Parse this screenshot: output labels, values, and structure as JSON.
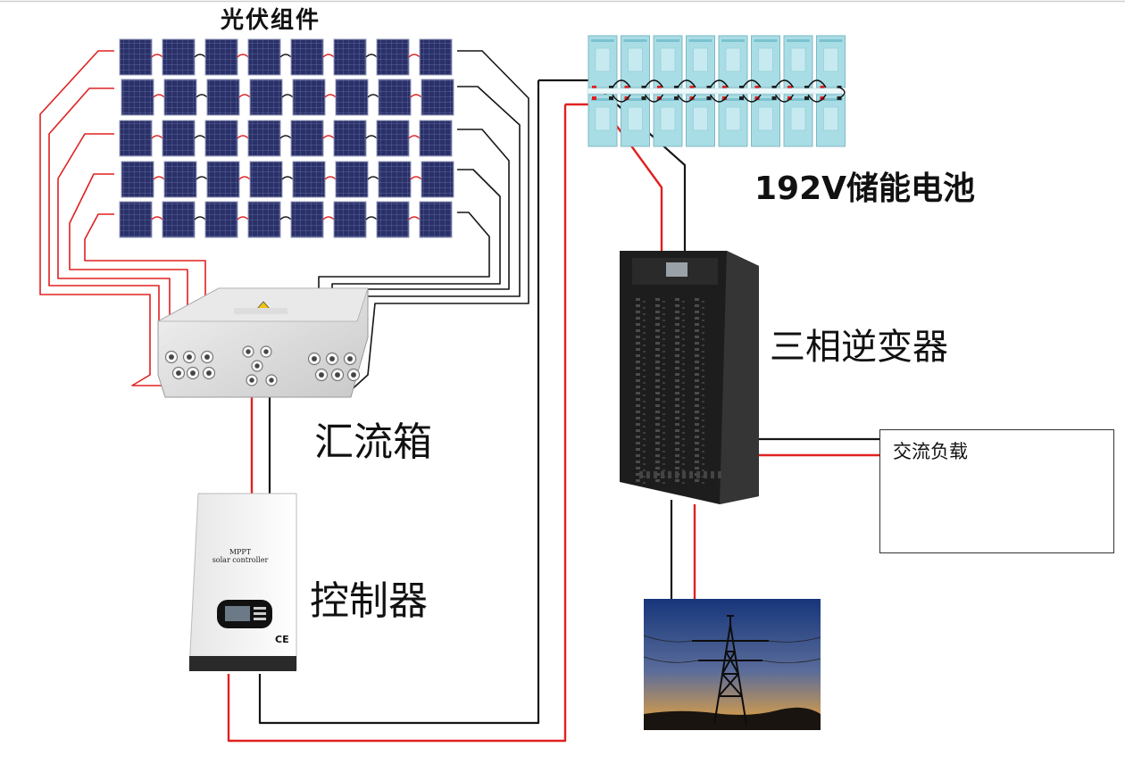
{
  "labels": {
    "pv_modules": "光伏组件",
    "battery": "192V储能电池",
    "inverter": "三相逆变器",
    "combiner_box": "汇流箱",
    "controller": "控制器",
    "ac_load": "交流负载"
  },
  "controller_face": {
    "line1": "MPPT",
    "line2": "solar controller",
    "mark": "CE"
  },
  "colors": {
    "positive_wire": "#e02020",
    "negative_wire": "#151515",
    "panel_cell": "#2d3570",
    "battery_case": "#a9dde6",
    "inverter_body": "#1e1e1e",
    "sky_top": "#1c3f86",
    "sky_bottom": "#e8a030"
  },
  "counts": {
    "panel_rows": 5,
    "panels_per_row": 8,
    "battery_columns": 8,
    "battery_rows": 2
  }
}
